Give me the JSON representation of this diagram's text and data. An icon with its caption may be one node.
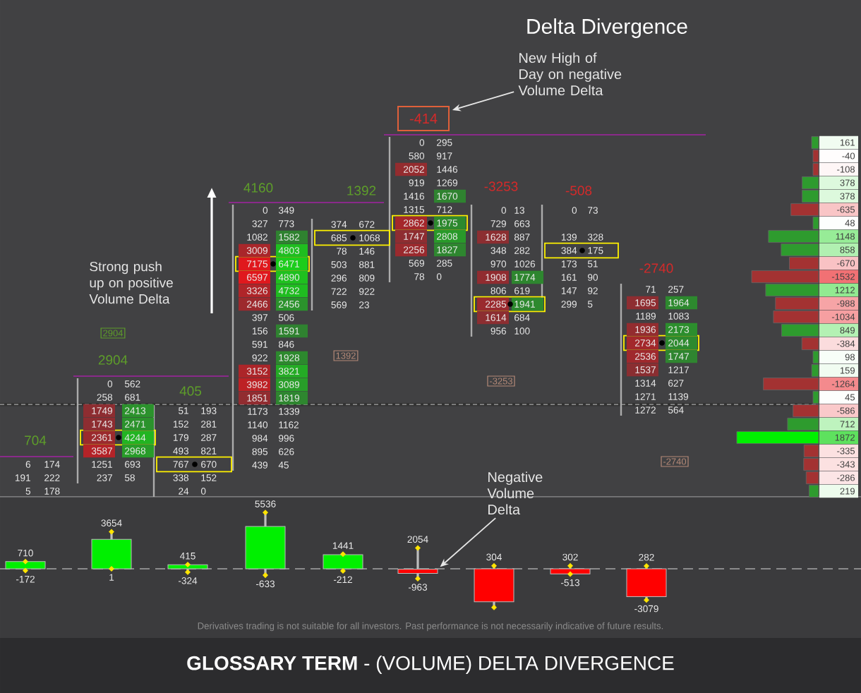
{
  "diagram": {
    "title": "Delta Divergence",
    "caption": "**GLOSSARY TERM** - (VOLUME) DELTA DIVERGENCE",
    "nodes": [
      {
        "text": [
          "New High of Day on negative Volume Delta"
        ]
      },
      {
        "text": [
          "-414"
        ]
      },
      {
        "text": [
          "Negative Volume Delta"
        ]
      },
      {
        "text": [],
        "shape": "bar",
        "beside": [
          "2054",
          "-963"
        ]
      }
    ],
    "edges": [
      {
        "from": 0,
        "to": 1,
        "arrow": "to"
      },
      {
        "from": 2,
        "to": 3,
        "arrow": "to"
      }
    ],
    "labels": [
      "Strong push up on positive Volume Delta",
      "704",
      "6",
      "174",
      "191",
      "222",
      "5",
      "178",
      "2904",
      "2904",
      "0",
      "562",
      "258",
      "681",
      "1749",
      "2413",
      "1743",
      "2471",
      "2361",
      "4244",
      "3587",
      "2968",
      "1251",
      "693",
      "237",
      "58",
      "405",
      "51",
      "193",
      "152",
      "281",
      "179",
      "287",
      "493",
      "821",
      "767",
      "670",
      "338",
      "152",
      "24",
      "0",
      "4160",
      "0",
      "349",
      "327",
      "773",
      "1082",
      "1582",
      "3009",
      "4803",
      "7175",
      "6471",
      "6597",
      "4890",
      "3326",
      "4732",
      "2466",
      "2456",
      "397",
      "506",
      "156",
      "1591",
      "591",
      "846",
      "922",
      "1928",
      "3152",
      "3821",
      "3982",
      "3089",
      "1851",
      "1819",
      "1173",
      "1339",
      "1140",
      "1162",
      "984",
      "996",
      "895",
      "626",
      "439",
      "45",
      "1392",
      "1392",
      "374",
      "672",
      "685",
      "1068",
      "78",
      "146",
      "503",
      "881",
      "296",
      "809",
      "722",
      "922",
      "569",
      "23",
      "0",
      "295",
      "580",
      "917",
      "2052",
      "1446",
      "919",
      "1269",
      "1416",
      "1670",
      "1315",
      "712",
      "2862",
      "1975",
      "1747",
      "2808",
      "2256",
      "1827",
      "569",
      "285",
      "78",
      "0",
      "-3253",
      "-3253",
      "0",
      "13",
      "729",
      "663",
      "1628",
      "887",
      "348",
      "282",
      "970",
      "1026",
      "1908",
      "1774",
      "806",
      "619",
      "2285",
      "1941",
      "1614",
      "684",
      "956",
      "100",
      "-508",
      "0",
      "73",
      "139",
      "328",
      "384",
      "175",
      "173",
      "51",
      "161",
      "90",
      "147",
      "92",
      "299",
      "5",
      "-2740",
      "-2740",
      "71",
      "257",
      "1695",
      "1964",
      "1189",
      "1083",
      "1936",
      "2173",
      "2734",
      "2044",
      "2536",
      "1747",
      "1537",
      "1217",
      "1314",
      "627",
      "1271",
      "1139",
      "1272",
      "564",
      "161",
      "-40",
      "-108",
      "378",
      "378",
      "-635",
      "48",
      "1148",
      "858",
      "-670",
      "-1532",
      "1212",
      "-988",
      "-1034",
      "849",
      "-384",
      "98",
      "159",
      "-1264",
      "45",
      "-586",
      "712",
      "1872",
      "-335",
      "-343",
      "-286",
      "219",
      "710",
      "-172",
      "3654",
      "1",
      "415",
      "-324",
      "5536",
      "-633",
      "1441",
      "-212",
      "304",
      "302",
      "-513",
      "282",
      "-3079",
      "Derivatives trading is not suitable for all investors. Past performance is not necessarily indicative of future results."
    ]
  }
}
